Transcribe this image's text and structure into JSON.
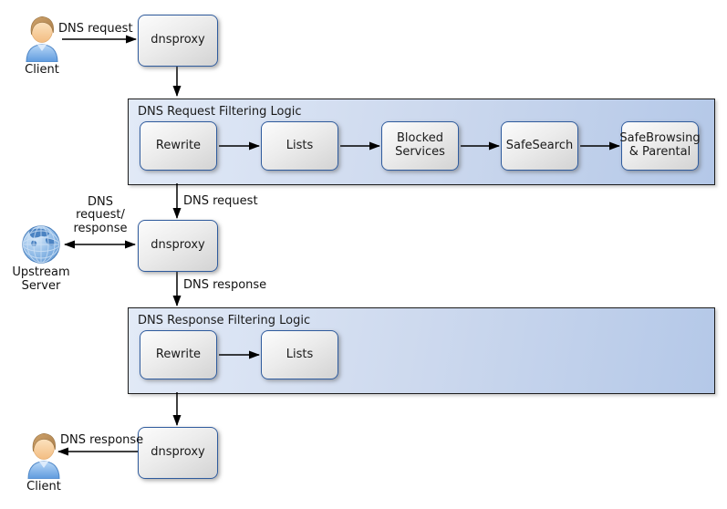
{
  "actors": {
    "client_top": {
      "label": "Client",
      "icon": "person-icon"
    },
    "upstream_server": {
      "label": "Upstream\nServer",
      "icon": "globe-icon"
    },
    "client_bottom": {
      "label": "Client",
      "icon": "person-icon"
    }
  },
  "proxies": {
    "top": "dnsproxy",
    "middle": "dnsproxy",
    "bottom": "dnsproxy"
  },
  "containers": [
    {
      "title": "DNS Request Filtering Logic",
      "boxes": [
        "Rewrite",
        "Lists",
        "Blocked Services",
        "SafeSearch",
        "SafeBrowsing & Parental"
      ]
    },
    {
      "title": "DNS Response Filtering Logic",
      "boxes": [
        "Rewrite",
        "Lists"
      ]
    }
  ],
  "edge_labels": {
    "client_to_dnsproxy": "DNS request",
    "filter_to_dnsproxy": "DNS request",
    "dnsproxy_upstream": "DNS\nrequest/\nresponse",
    "dnsproxy_to_filter": "DNS response",
    "dnsproxy_to_client": "DNS response"
  },
  "colors": {
    "container_fill_light": "#e2eaf7",
    "container_fill_dark": "#b4c8e8",
    "container_border": "#1c1c1c",
    "node_fill_light": "#fcfcfc",
    "node_fill_dark": "#d3d3d3",
    "node_border": "#2f5b9d",
    "arrow": "#000000",
    "background": "#ffffff"
  }
}
